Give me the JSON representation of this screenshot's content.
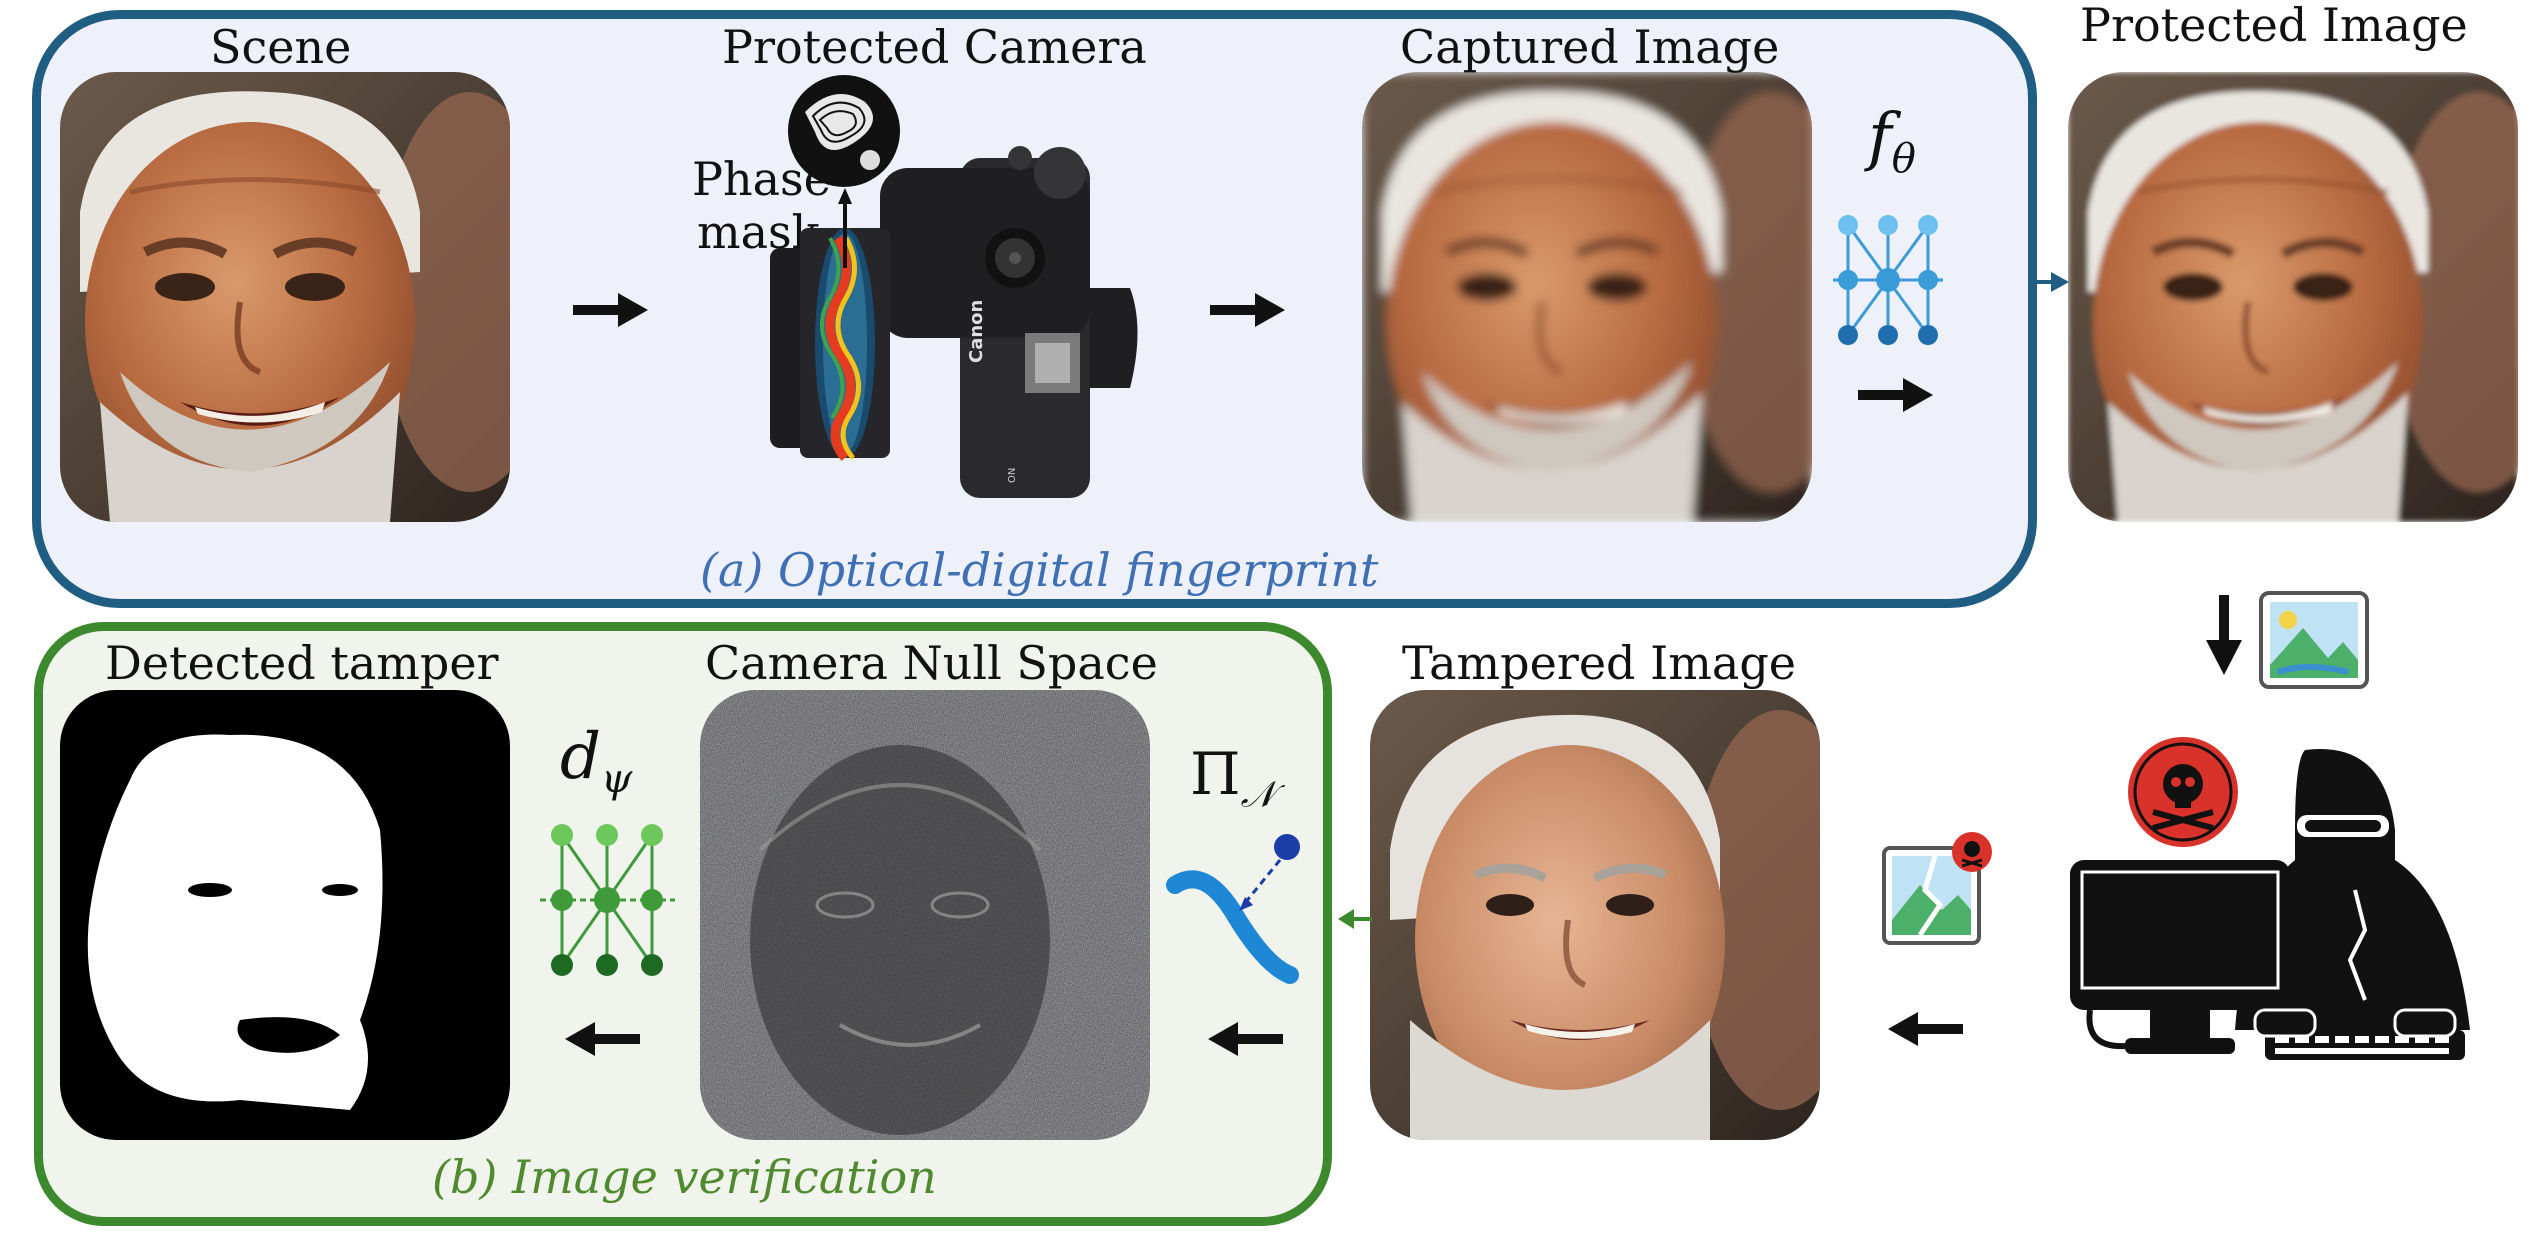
{
  "panels": {
    "a_caption": "(a) Optical-digital fingerprint",
    "b_caption": "(b) Image verification"
  },
  "labels": {
    "scene": "Scene",
    "protected_camera": "Protected Camera",
    "phase_mask_line1": "Phase",
    "phase_mask_line2": "mask",
    "captured_image": "Captured Image",
    "protected_image": "Protected Image",
    "tampered_image": "Tampered Image",
    "camera_null_space": "Camera Null Space",
    "detected_tamper": "Detected tamper"
  },
  "math": {
    "f_theta": "f",
    "f_theta_sub": "θ",
    "d_psi": "d",
    "d_psi_sub": "ψ",
    "pi_n": "Π",
    "pi_n_sub": "𝒩"
  },
  "camera": {
    "brand": "Canon",
    "switch_label": "ON"
  },
  "colors": {
    "panel_a_border": "#1f5d82",
    "panel_a_bg": "#eef1f9",
    "panel_a_caption": "#3f6fb4",
    "panel_b_border": "#3d8a2e",
    "panel_b_bg": "#f1f4ec",
    "panel_b_caption": "#4f8a2f",
    "network_blue": "#3a9bd9",
    "network_green": "#3f9a3a",
    "skull_red": "#d9322a"
  }
}
